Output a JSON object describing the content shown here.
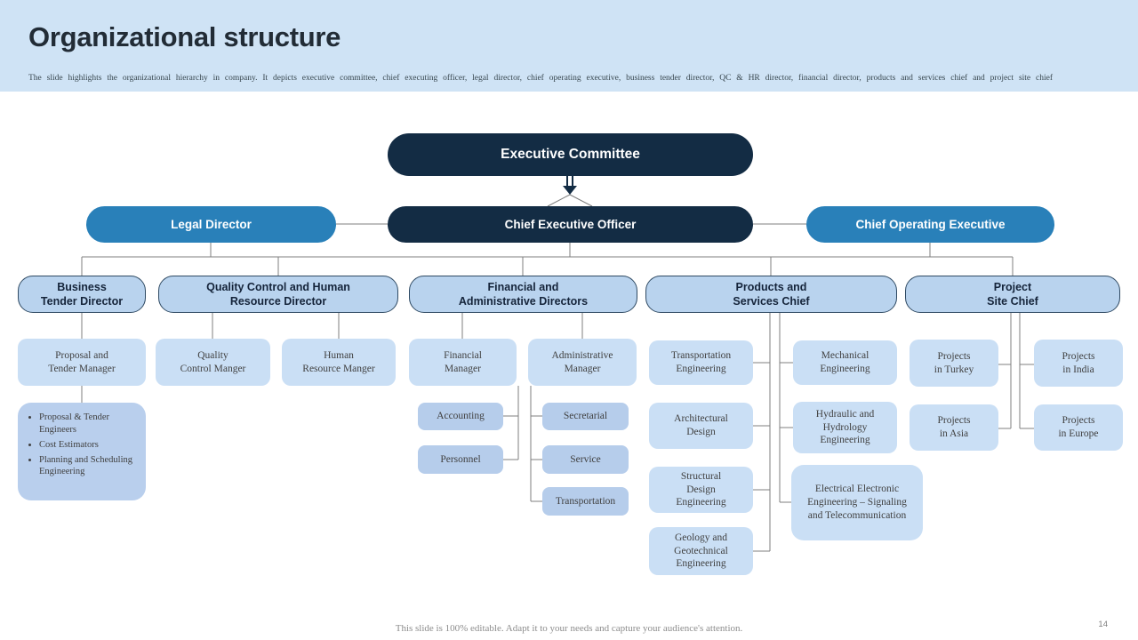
{
  "header": {
    "title": "Organizational structure",
    "subtitle": "The slide highlights the organizational hierarchy in company. It depicts executive committee, chief executing officer, legal director, chief operating executive, business tender director, QC & HR director, financial director, products and services chief and project site chief"
  },
  "footer": {
    "note": "This slide is 100% editable.  Adapt it to your needs and capture your audience's  attention.",
    "page_number": "14"
  },
  "colors": {
    "header_bg": "#cfe3f5",
    "dark_navy_pill": "#132c44",
    "blue_pill": "#2980b9",
    "level3_fill": "#b9d3ee",
    "level3_border": "#2f4a63",
    "level4_fill": "#cadff5",
    "level5_fill": "#b6cdeb",
    "bullets_fill": "#b9cfed",
    "connector": "#7f7f7f"
  },
  "org": {
    "executive_committee": "Executive Committee",
    "legal_director": "Legal Director",
    "chief_executive_officer": "Chief Executive Officer",
    "chief_operating_executive": "Chief Operating Executive",
    "business_tender_director": "Business\nTender Director",
    "qc_hr_director": "Quality Control and Human\nResource Director",
    "financial_admin_directors": "Financial and\nAdministrative Directors",
    "products_services_chief": "Products and\nServices Chief",
    "project_site_chief": "Project\nSite Chief",
    "proposal_tender_manager": "Proposal and\nTender Manager",
    "tender_team_bullets": [
      "Proposal & Tender Engineers",
      "Cost Estimators",
      "Planning  and Scheduling Engineering"
    ],
    "quality_control_manager": "Quality\nControl Manger",
    "human_resource_manager": "Human\nResource Manger",
    "financial_manager": "Financial\nManager",
    "administrative_manager": "Administrative\nManager",
    "accounting": "Accounting",
    "personnel": "Personnel",
    "secretarial": "Secretarial",
    "service": "Service",
    "transportation": "Transportation",
    "transportation_engineering": "Transportation\nEngineering",
    "architectural_design": "Architectural\nDesign",
    "structural_design_engineering": "Structural\nDesign\nEngineering",
    "geology_geotechnical_engineering": "Geology and\nGeotechnical\nEngineering",
    "mechanical_engineering": "Mechanical\nEngineering",
    "hydraulic_hydrology_engineering": "Hydraulic and\nHydrology\nEngineering",
    "electrical_electronic_engineering": "Electrical Electronic\nEngineering  – Signaling\nand Telecommunication",
    "projects_in_turkey": "Projects\nin Turkey",
    "projects_in_asia": "Projects\nin Asia",
    "projects_in_india": "Projects\nin India",
    "projects_in_europe": "Projects\nin Europe"
  }
}
